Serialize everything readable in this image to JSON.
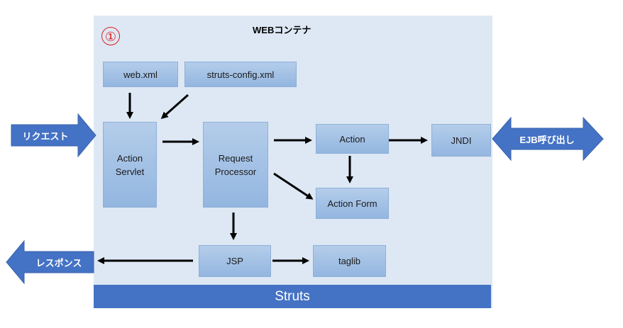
{
  "container": {
    "title": "WEBコンテナ",
    "number": "①"
  },
  "boxes": {
    "web_xml": "web.xml",
    "struts_config": "struts-config.xml",
    "action_servlet": {
      "line1": "Action",
      "line2": "Servlet"
    },
    "request_processor": {
      "line1": "Request",
      "line2": "Processor"
    },
    "action": "Action",
    "action_form": "Action Form",
    "jndi": "JNDI",
    "jsp": "JSP",
    "taglib": "taglib"
  },
  "external": {
    "request": "リクエスト",
    "response": "レスポンス",
    "ejb_call": "EJB呼び出し"
  },
  "footer": "Struts",
  "colors": {
    "box": "#a6c3e6",
    "bar": "#4472c4",
    "container": "#dde8f4",
    "number": "#e0201e"
  }
}
